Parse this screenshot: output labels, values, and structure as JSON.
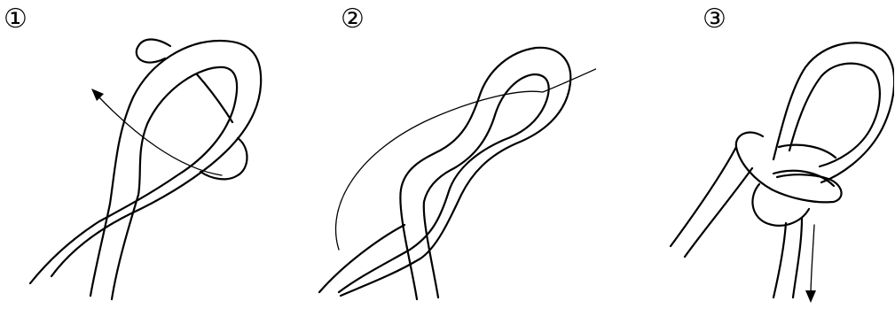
{
  "steps": [
    {
      "number": "①"
    },
    {
      "number": "②"
    },
    {
      "number": "③"
    }
  ],
  "colors": {
    "line": "#000000",
    "background": "#ffffff"
  }
}
